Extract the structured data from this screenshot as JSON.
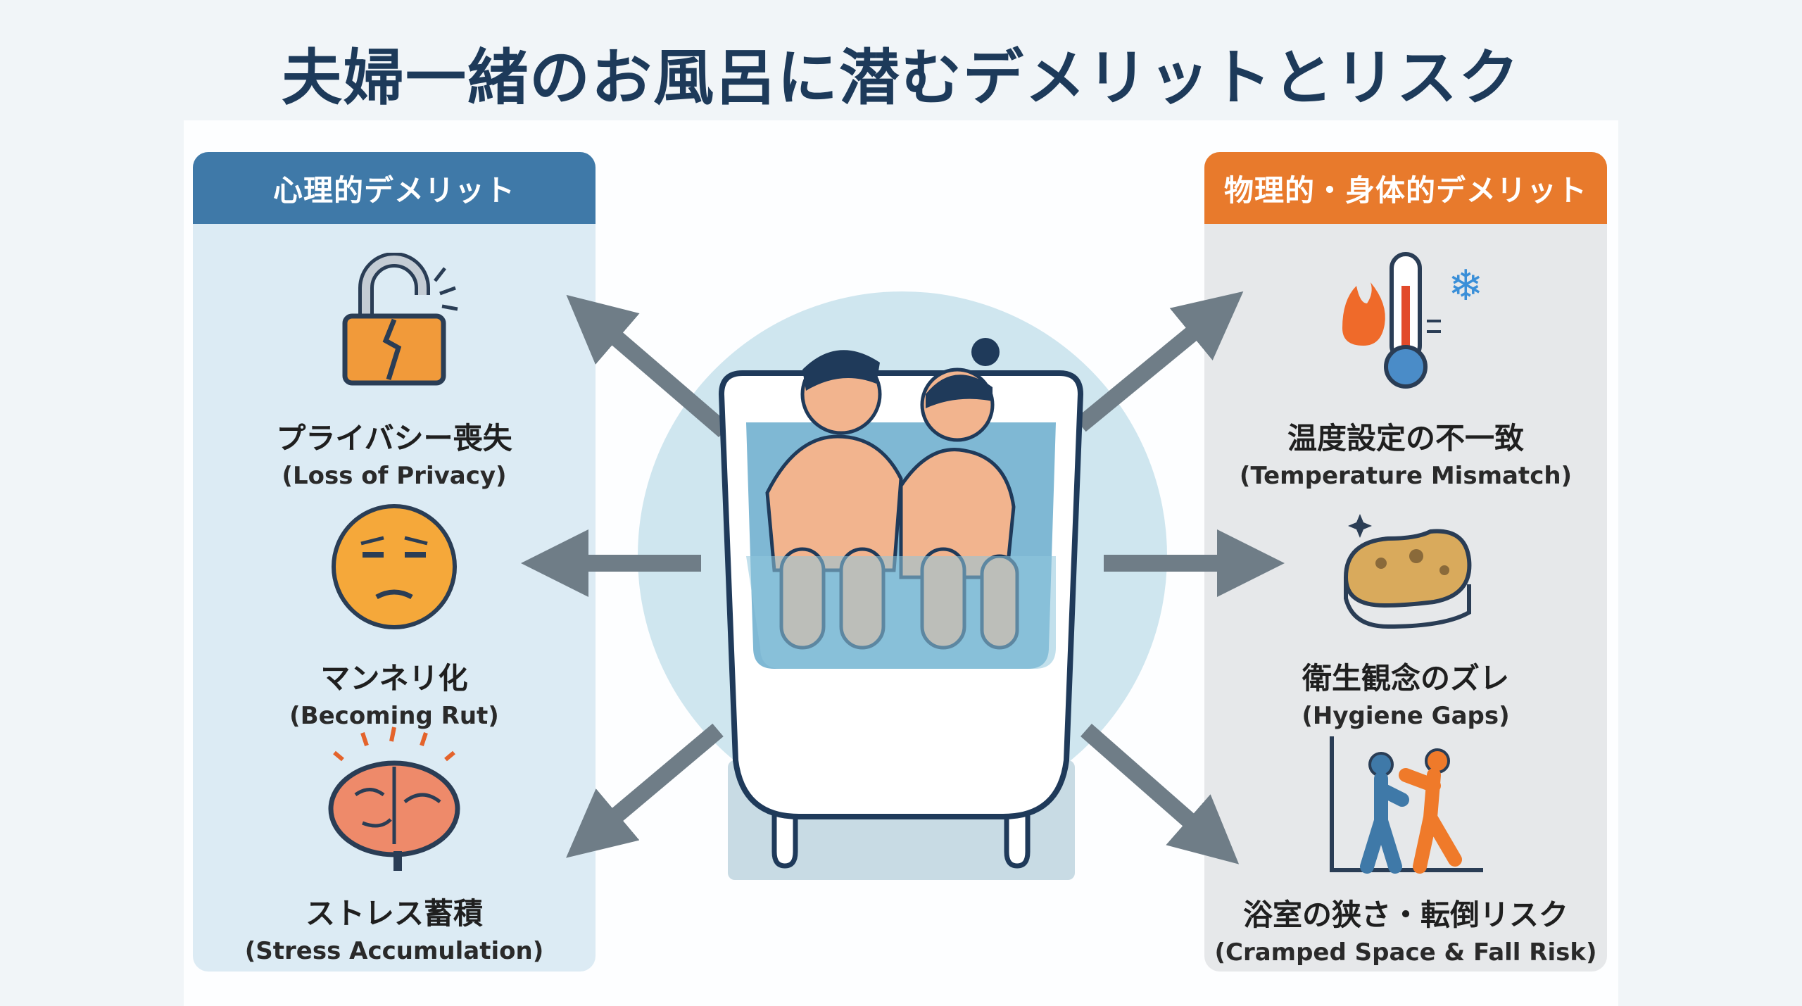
{
  "title": "夫婦一緒のお風呂に潜むデメリットとリスク",
  "colors": {
    "psych": "#3f79a8",
    "physical": "#e87a2c",
    "arrow": "#6f7d87",
    "title": "#1d3a5a"
  },
  "left": {
    "header": "心理的デメリット",
    "items": [
      {
        "label": "プライバシー喪失",
        "sub": "(Loss of Privacy)",
        "icon": "broken-lock-icon"
      },
      {
        "label": "マンネリ化",
        "sub": "(Becoming Rut)",
        "icon": "bored-face-icon"
      },
      {
        "label": "ストレス蓄積",
        "sub": "(Stress Accumulation)",
        "icon": "stressed-brain-icon"
      }
    ]
  },
  "right": {
    "header": "物理的・身体的デメリット",
    "items": [
      {
        "label": "温度設定の不一致",
        "sub": "(Temperature Mismatch)",
        "icon": "thermometer-icon"
      },
      {
        "label": "衛生観念のズレ",
        "sub": "(Hygiene Gaps)",
        "icon": "sponge-icon"
      },
      {
        "label": "浴室の狭さ・転倒リスク",
        "sub": "(Cramped Space & Fall Risk)",
        "icon": "people-collision-icon"
      }
    ]
  }
}
